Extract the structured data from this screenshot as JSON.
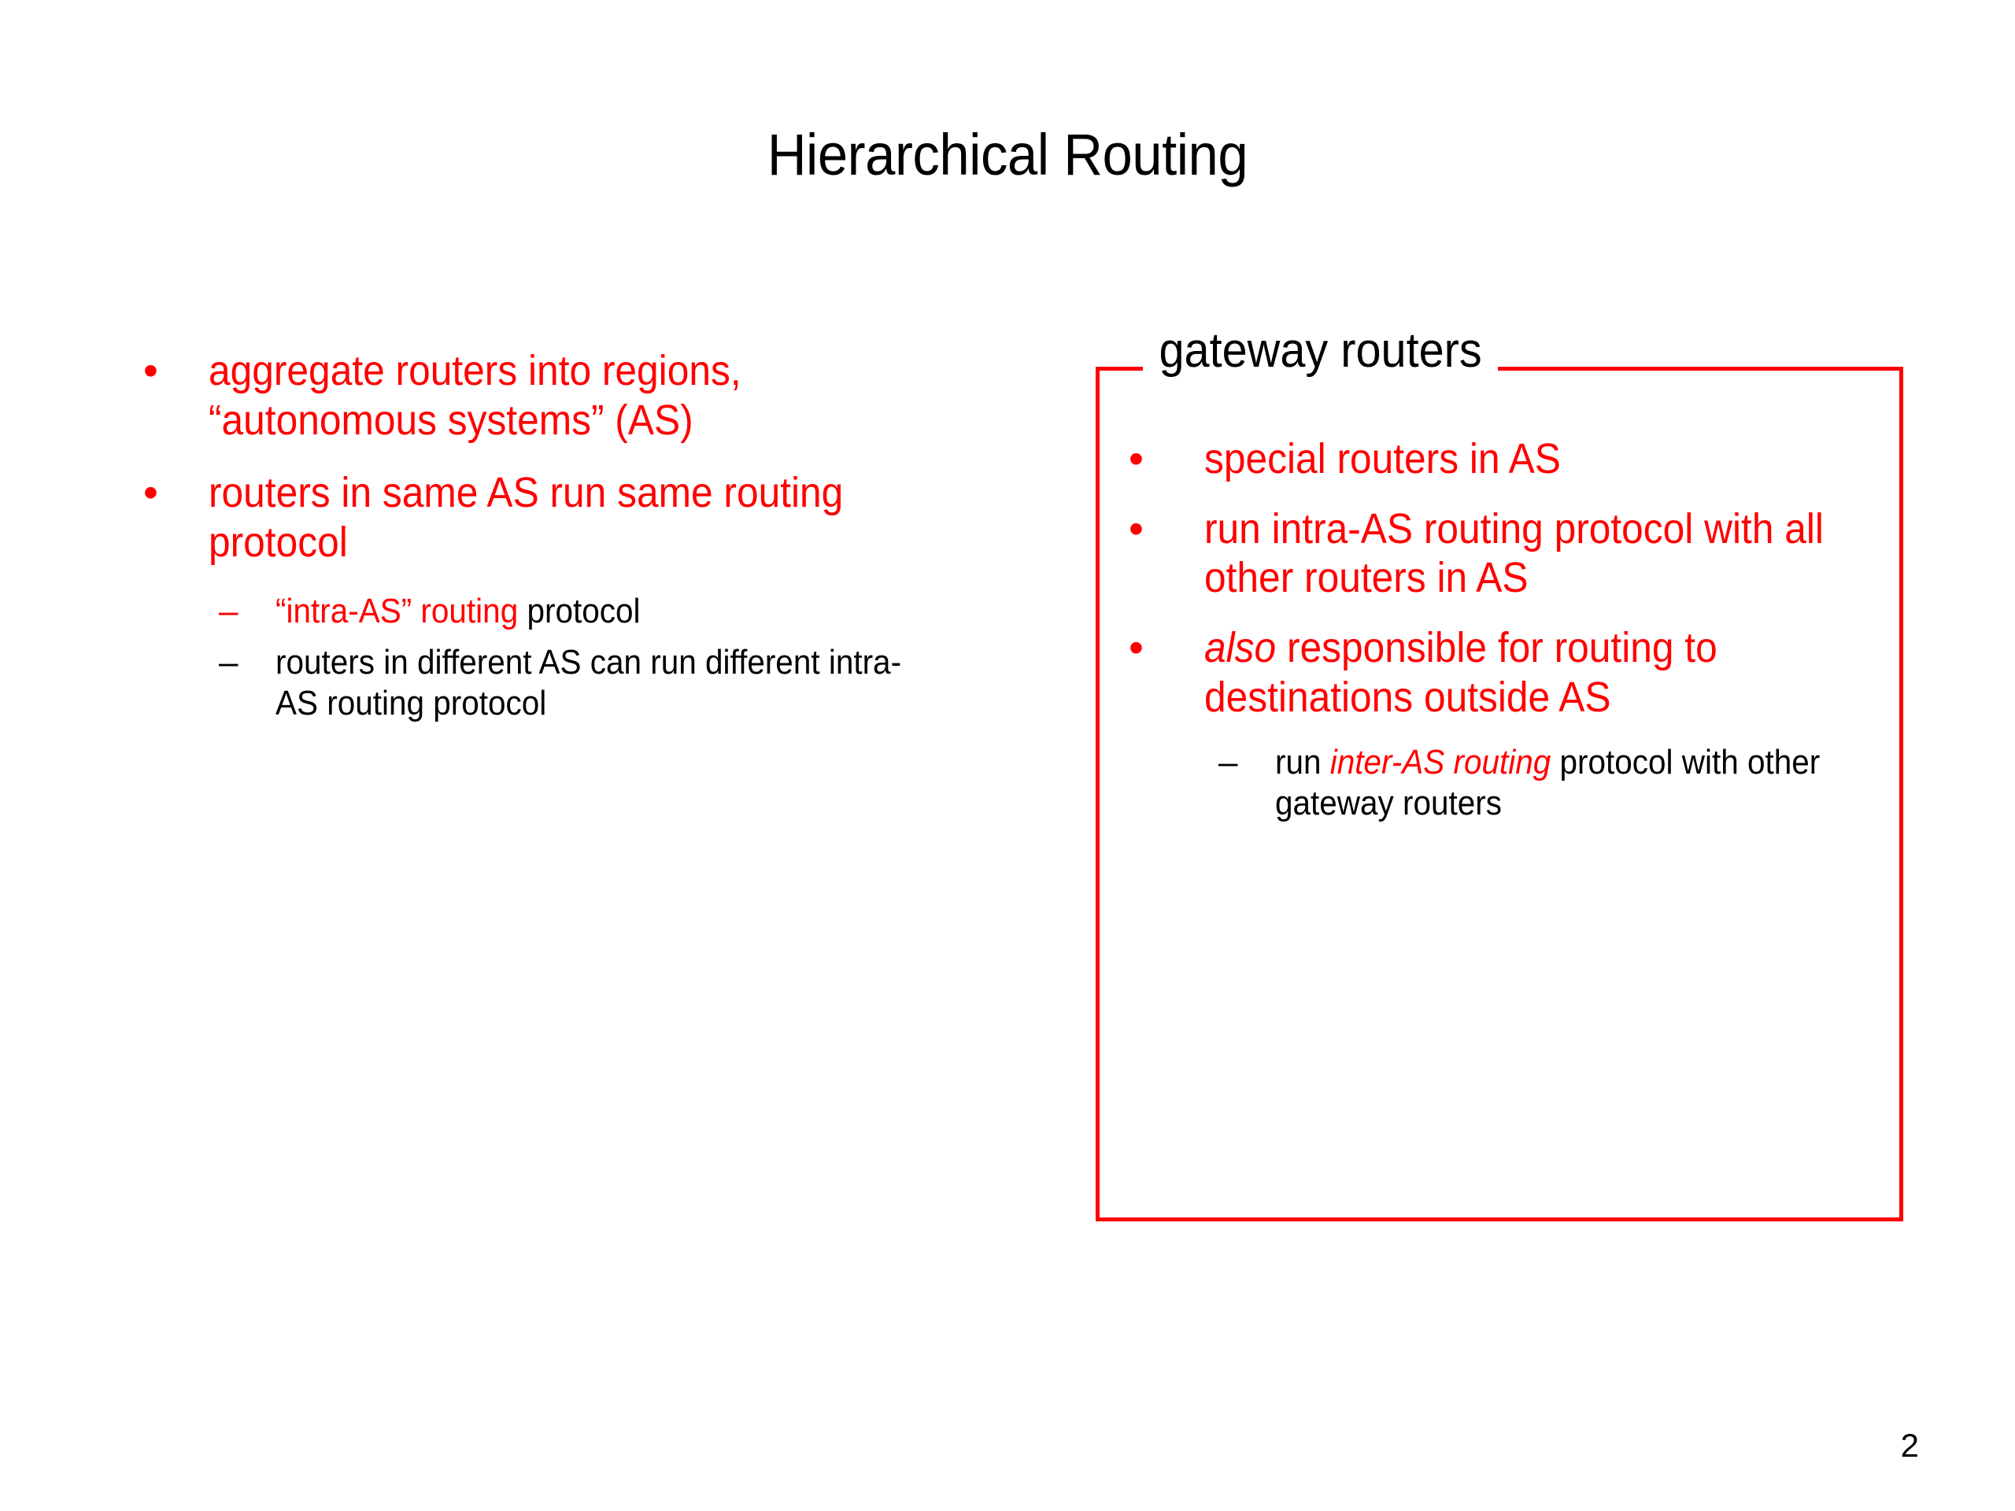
{
  "slide": {
    "title": "Hierarchical Routing",
    "page_number": "2",
    "colors": {
      "accent_red": "#FF0000",
      "text_black": "#000000",
      "background": "#FFFFFF"
    }
  },
  "left_column": {
    "bullets": [
      {
        "marker": "•",
        "text": "aggregate routers into regions, “autonomous systems” (AS)",
        "color": "#FF0000"
      },
      {
        "marker": "•",
        "text": "routers in same AS run same routing protocol",
        "color": "#FF0000"
      }
    ],
    "sub_bullets": [
      {
        "marker": "–",
        "marker_color": "#FF0000",
        "red_part": "“intra-AS” routing",
        "black_part": " protocol"
      },
      {
        "marker": "–",
        "marker_color": "#000000",
        "red_part": "",
        "black_part": "routers in different AS can run different intra-AS routing protocol"
      }
    ]
  },
  "gateway_box": {
    "label": "gateway routers",
    "label_color": "#000000",
    "border_color": "#FF0000",
    "bullets": [
      {
        "marker": "•",
        "text": "special routers in AS",
        "color": "#FF0000"
      },
      {
        "marker": "•",
        "text": "run intra-AS routing protocol with all other routers in AS",
        "color": "#FF0000"
      },
      {
        "marker": "•",
        "italic_lead": "also",
        "text": " responsible for routing to destinations outside AS",
        "color": "#FF0000"
      }
    ],
    "sub_bullets": [
      {
        "marker": "–",
        "marker_color": "#000000",
        "black_lead": "run ",
        "red_italic": "inter-AS routing",
        "black_tail": " protocol with other gateway routers"
      }
    ]
  }
}
